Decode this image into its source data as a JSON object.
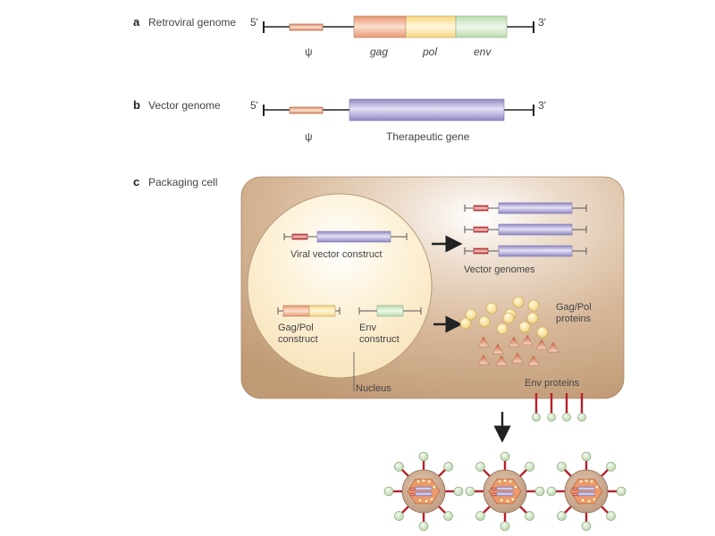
{
  "figure": {
    "panels": [
      {
        "letter": "a",
        "title": "Retroviral genome",
        "five_prime": "5'",
        "three_prime": "3'",
        "elements": [
          {
            "label": "ψ",
            "color": "#e8a882"
          },
          {
            "label": "gag",
            "color": "#f0a57c"
          },
          {
            "label": "pol",
            "color": "#fde39a"
          },
          {
            "label": "env",
            "color": "#cfe8c5"
          }
        ]
      },
      {
        "letter": "b",
        "title": "Vector genome",
        "five_prime": "5'",
        "three_prime": "3'",
        "elements": [
          {
            "label": "ψ",
            "color": "#e8a882"
          },
          {
            "label": "Therapeutic gene",
            "color": "#a79fd0"
          }
        ]
      },
      {
        "letter": "c",
        "title": "Packaging cell",
        "labels": {
          "viral_vector_construct": "Viral vector construct",
          "vector_genomes": "Vector genomes",
          "gagpol_construct_line1": "Gag/Pol",
          "gagpol_construct_line2": "construct",
          "env_construct_line1": "Env",
          "env_construct_line2": "construct",
          "nucleus": "Nucleus",
          "gagpol_proteins_line1": "Gag/Pol",
          "gagpol_proteins_line2": "proteins",
          "env_proteins": "Env proteins"
        },
        "counts": {
          "vector_genomes": 3,
          "gagpol_spheres": 12,
          "triangles": 10,
          "env_spikes": 4,
          "virions": 3
        }
      }
    ],
    "colors": {
      "cell": "#c9a582",
      "nucleus": "#fdf1d2",
      "psi": "#e8a882",
      "psi_red": "#c83232",
      "gag": "#f0a57c",
      "pol": "#fde39a",
      "env": "#cfe8c5",
      "therapeutic": "#a79fd0",
      "spike": "#b8202a",
      "spike_tip": "#d6e8cc"
    }
  }
}
